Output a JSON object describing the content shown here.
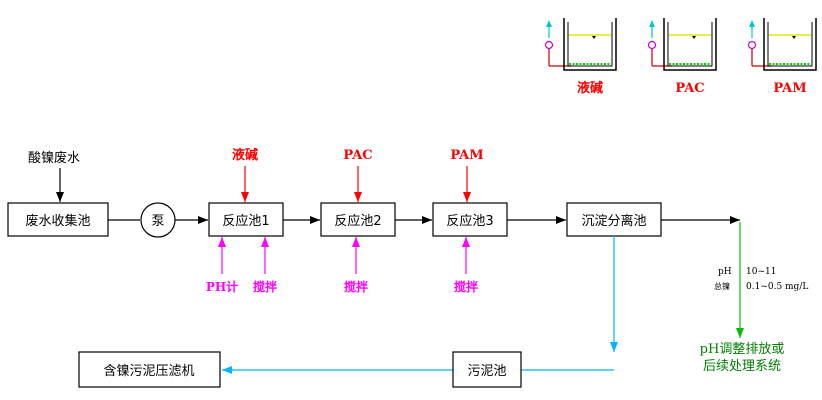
{
  "dosing": {
    "tanks": [
      {
        "label": "液碱"
      },
      {
        "label": "PAC"
      },
      {
        "label": "PAM"
      }
    ]
  },
  "inflow": {
    "label": "酸镍废水"
  },
  "nodes": {
    "collect": "废水收集池",
    "pump": "泵",
    "r1": "反应池1",
    "r2": "反应池2",
    "r3": "反应池3",
    "settle": "沉淀分离池",
    "sludge": "污泥池",
    "press": "含镍污泥压滤机"
  },
  "reagents": {
    "r1_top": "液碱",
    "r2_top": "PAC",
    "r3_top": "PAM",
    "r1_bottom_a": "PH计",
    "r1_bottom_b": "搅拌",
    "r2_bottom": "搅拌",
    "r3_bottom": "搅拌"
  },
  "effluent": {
    "ph_label": "pH",
    "ph_value": "10~11",
    "ni_label": "总镍",
    "ni_value": "0.1~0.5 mg/L",
    "dest_line1": "pH调整排放或",
    "dest_line2": "后续处理系统"
  },
  "colors": {
    "reagent_red": "#ff0000",
    "instrument_magenta": "#ff00ff",
    "sludge_cyan": "#00b4ff",
    "effluent_green": "#00c000",
    "tank_yellow": "#e6e600",
    "tank_green": "#00d000",
    "vent_cyan": "#00c8c8",
    "pump_magenta": "#cc00cc"
  }
}
